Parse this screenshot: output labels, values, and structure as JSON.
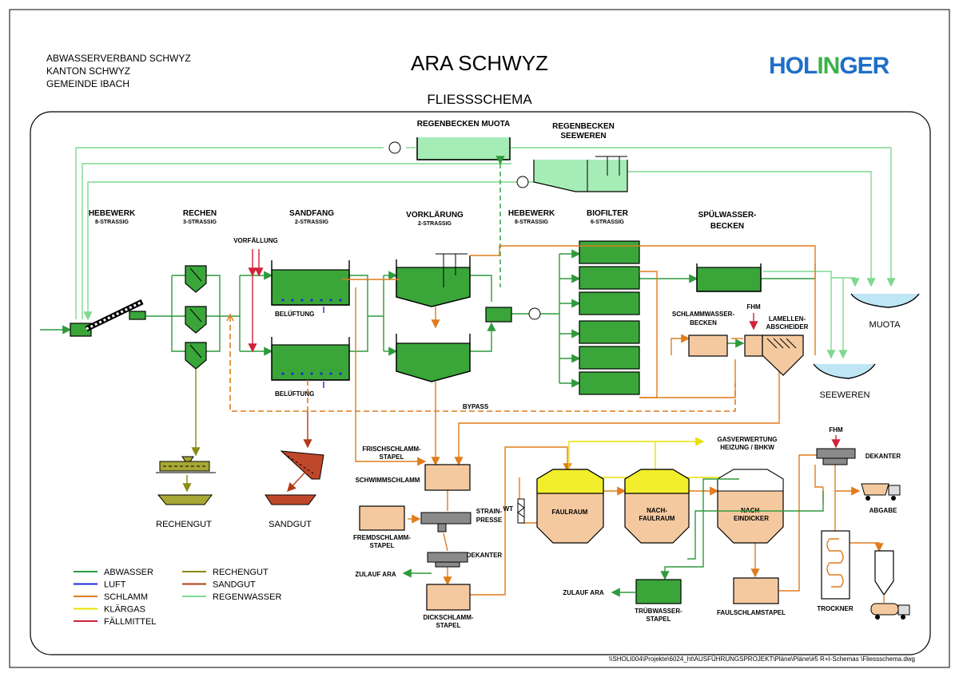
{
  "header": {
    "org_lines": [
      "ABWASSERVERBAND SCHWYZ",
      "KANTON SCHWYZ",
      "GEMEINDE IBACH"
    ],
    "title": "ARA SCHWYZ",
    "subtitle": "FLIESSSCHEMA",
    "logo": {
      "text_blue_1": "HOL",
      "text_green": "IN",
      "text_blue_2": "GER",
      "blue": "#1f6fc9",
      "green": "#3cb24a"
    }
  },
  "stages": {
    "hebewerk1": {
      "name": "HEBEWERK",
      "detail": "8-STRASSIG"
    },
    "rechen": {
      "name": "RECHEN",
      "detail": "3-STRASSIG"
    },
    "sandfang": {
      "name": "SANDFANG",
      "detail": "2-STRASSIG"
    },
    "vorklaerung": {
      "name": "VORKLÄRUNG",
      "detail": "2-STRASSIG"
    },
    "hebewerk2": {
      "name": "HEBEWERK",
      "detail": "8-STRASSIG"
    },
    "biofilter": {
      "name": "BIOFILTER",
      "detail": "6-STRASSIG"
    },
    "spuelwasser": {
      "line1": "SPÜLWASSER-",
      "line2": "BECKEN"
    }
  },
  "labels": {
    "regenbecken_muota": "REGENBECKEN MUOTA",
    "regenbecken_seewern_1": "REGENBECKEN",
    "regenbecken_seewern_2": "SEEWEREN",
    "vorfaellung": "VORFÄLLUNG",
    "belueftung_1": "BELÜFTUNG",
    "belueftung_2": "BELÜFTUNG",
    "bypass": "BYPASS",
    "schlammwasser_1": "SCHLAMMWASSER-",
    "schlammwasser_2": "BECKEN",
    "fhm_1": "FHM",
    "lamellen_1": "LAMELLEN-",
    "lamellen_2": "ABSCHEIDER",
    "muota": "MUOTA",
    "seewern": "SEEWEREN",
    "rechengut": "RECHENGUT",
    "sandgut": "SANDGUT",
    "frischschlamm_1": "FRISCHSCHLAMM-",
    "frischschlamm_2": "STAPEL",
    "schwimmschlamm": "SCHWIMMSCHLAMM",
    "fremdschlamm_1": "FREMDSCHLAMM-",
    "fremdschlamm_2": "STAPEL",
    "strainpresse_1": "STRAIN-",
    "strainpresse_2": "PRESSE",
    "dekanter_1": "DEKANTER",
    "zulauf_ara_1": "ZULAUF ARA",
    "dickschlamm_1": "DICKSCHLAMM-",
    "dickschlamm_2": "STAPEL",
    "wt": "WT",
    "gasverwertung_1": "GASVERWERTUNG",
    "gasverwertung_2": "HEIZUNG / BHKW",
    "faulraum": "FAULRAUM",
    "nachfaulraum_1": "NACH-",
    "nachfaulraum_2": "FAULRAUM",
    "nacheindicker_1": "NACH-",
    "nacheindicker_2": "EINDICKER",
    "fhm_2": "FHM",
    "dekanter_2": "DEKANTER",
    "abgabe": "ABGABE",
    "zulauf_ara_2": "ZULAUF ARA",
    "truebwasser_1": "TRÜBWASSER-",
    "truebwasser_2": "STAPEL",
    "faulschlammstapel": "FAULSCHLAMSTAPEL",
    "trockner": "TROCKNER"
  },
  "legend": [
    {
      "label": "ABWASSER",
      "color": "#2e9a3c"
    },
    {
      "label": "LUFT",
      "color": "#1b2ad6"
    },
    {
      "label": "SCHLAMM",
      "color": "#e07c1c"
    },
    {
      "label": "KLÄRGAS",
      "color": "#e8e000"
    },
    {
      "label": "FÄLLMITTEL",
      "color": "#d0223a"
    },
    {
      "label": "RECHENGUT",
      "color": "#8a8a10"
    },
    {
      "label": "SANDGUT",
      "color": "#b23a16"
    },
    {
      "label": "REGENWASSER",
      "color": "#7fd88f"
    }
  ],
  "footer": {
    "path": "\\\\SHOLI004\\Projekte\\6024_ht\\AUSFÜHRUNGSPROJEKT\\Pläne\\Pläne\\#5 R+I-Schemas   \\Fliessschema.dwg"
  }
}
